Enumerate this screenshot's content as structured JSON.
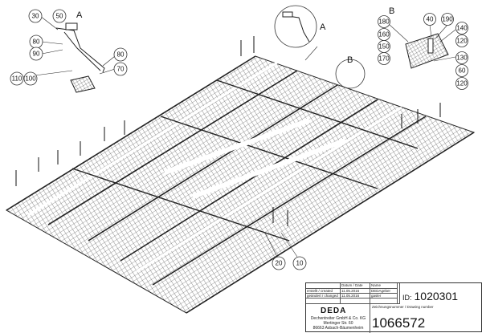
{
  "drawing": {
    "detail_labels": {
      "a_overview": "A",
      "a_main": "A",
      "b_detail": "B",
      "b_main": "B"
    },
    "callouts_detail_a": [
      "30",
      "50",
      "80",
      "90",
      "80",
      "70",
      "110",
      "100"
    ],
    "callouts_detail_b": [
      "180",
      "160",
      "150",
      "170",
      "40",
      "190",
      "140",
      "120",
      "130",
      "60",
      "120"
    ],
    "callouts_main": [
      "20",
      "10"
    ]
  },
  "title_block": {
    "header_date": "Datum / Date",
    "header_name": "Name",
    "created_label": "erstellt / created",
    "created_date": "11.05.2016",
    "created_name": "DEDAgeber",
    "changed_label": "geändert / changed",
    "changed_date": "11.05.2016",
    "changed_name": "gasler",
    "id_label": "ID:",
    "id_value": "1020301",
    "logo": "DEDA",
    "company": "Dechentreiter GmbH & Co. KG",
    "street": "Mertinger Str. 60",
    "city": "86663 Asbach-Bäumenheim",
    "drawing_number_label": "Zeichnungsnummer / Drawing number",
    "drawing_number": "1066572"
  }
}
